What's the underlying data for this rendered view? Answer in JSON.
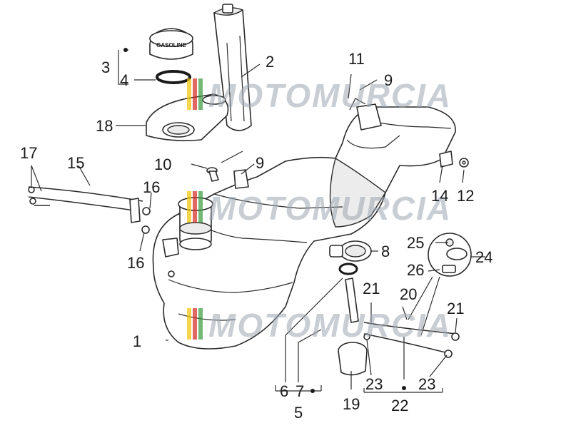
{
  "diagram": {
    "callouts": [
      "1",
      "2",
      "3",
      "4",
      "5",
      "6",
      "7",
      "8",
      "9",
      "9",
      "10",
      "11",
      "12",
      "14",
      "15",
      "16",
      "16",
      "17",
      "18",
      "19",
      "20",
      "21",
      "21",
      "22",
      "23",
      "23",
      "24",
      "25",
      "26"
    ],
    "cap_text": "GASOLINE",
    "watermark": "MOTOMURCIA",
    "colors": {
      "ink": "#1a1a1a",
      "watermark_text": "#9aa6b0",
      "watermark_stripe_yellow": "#f2c200",
      "watermark_stripe_red": "#d42a1f",
      "watermark_stripe_green": "#3a9a3a"
    }
  }
}
